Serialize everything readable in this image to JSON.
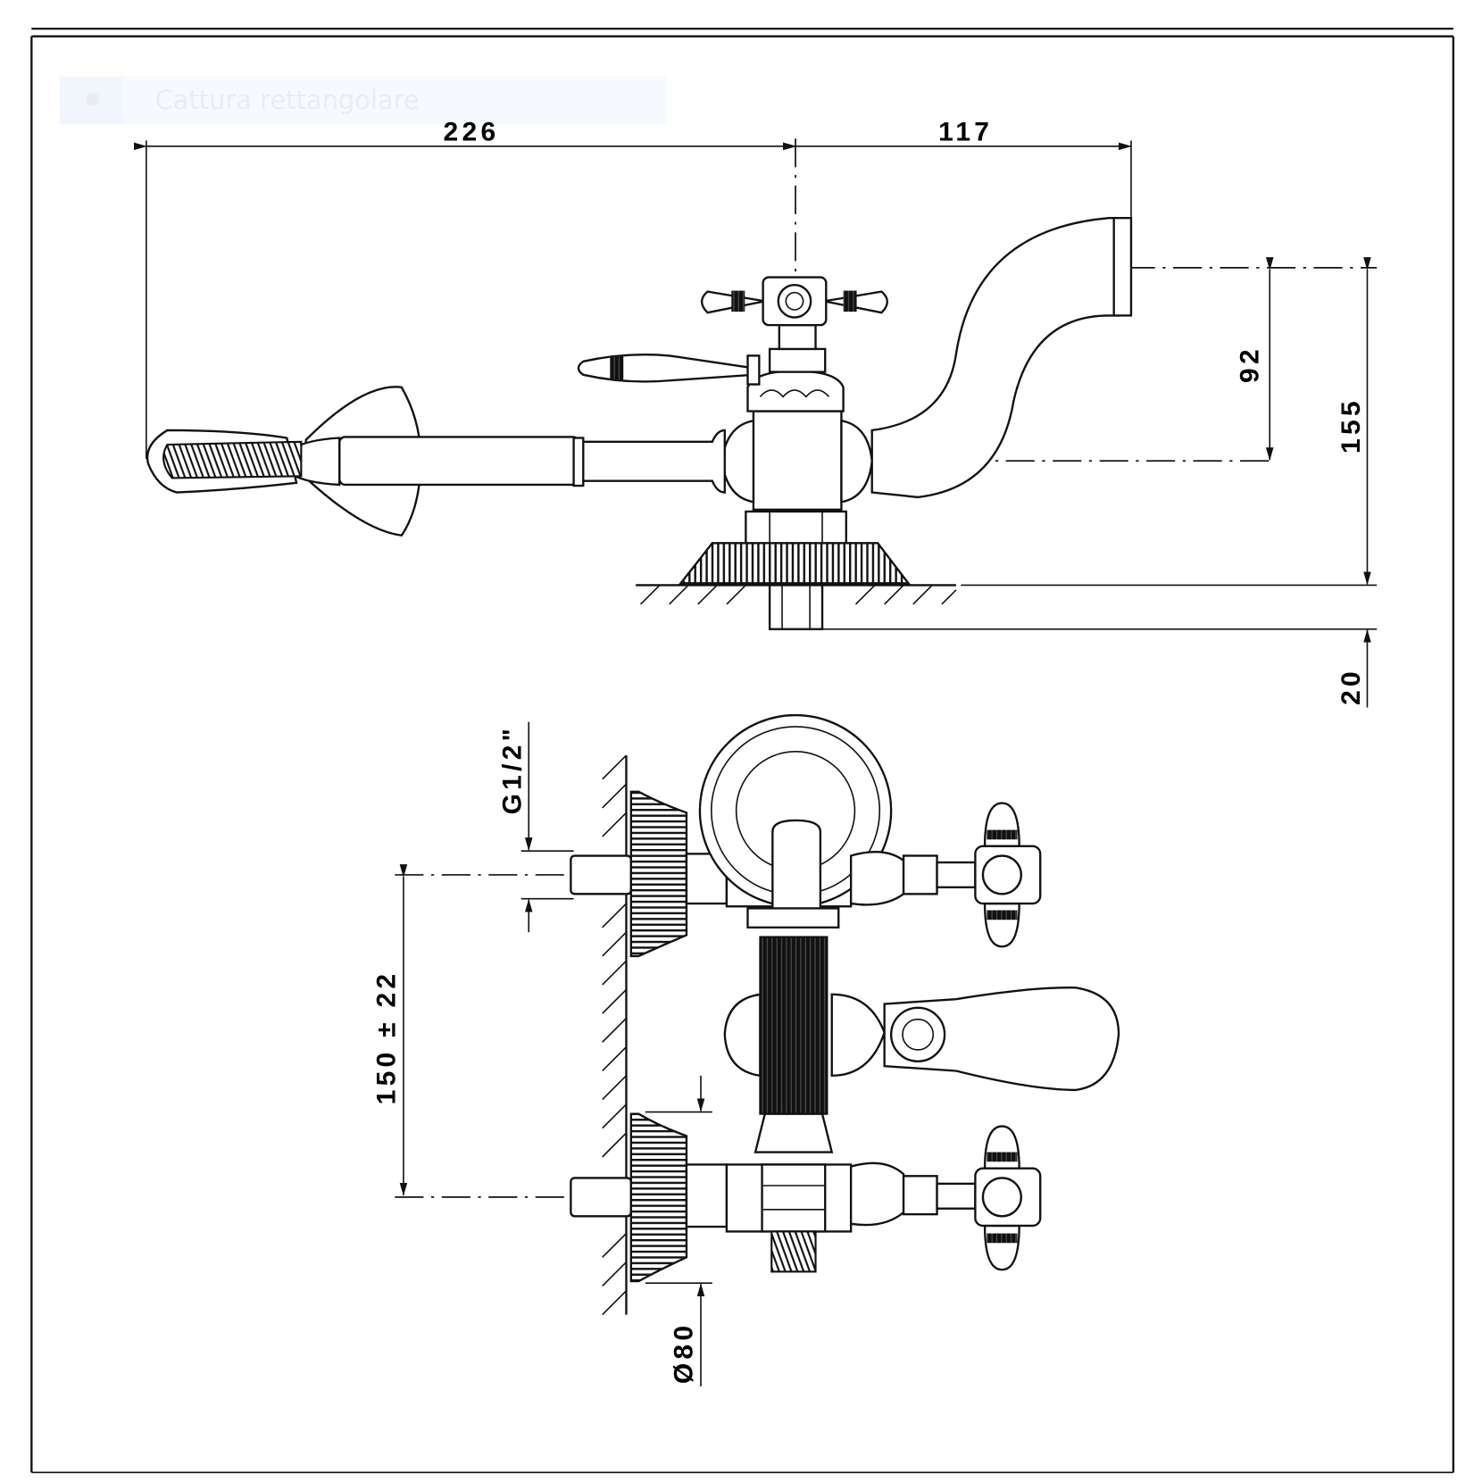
{
  "overlay": {
    "label": "Cattura rettangolare",
    "icon": "capture-dot-icon"
  },
  "side_view": {
    "dimensions": {
      "overall_left": "226",
      "overall_right": "117",
      "spout_height": "92",
      "total_height": "155",
      "inlet_length": "20"
    }
  },
  "front_view": {
    "dimensions": {
      "thread": "G1/2\"",
      "centers": "150 ± 22",
      "rosette_diameter": "Ø80"
    }
  },
  "colors": {
    "line": "#111111",
    "background": "#ffffff",
    "overlay": "#f5f8fc"
  }
}
